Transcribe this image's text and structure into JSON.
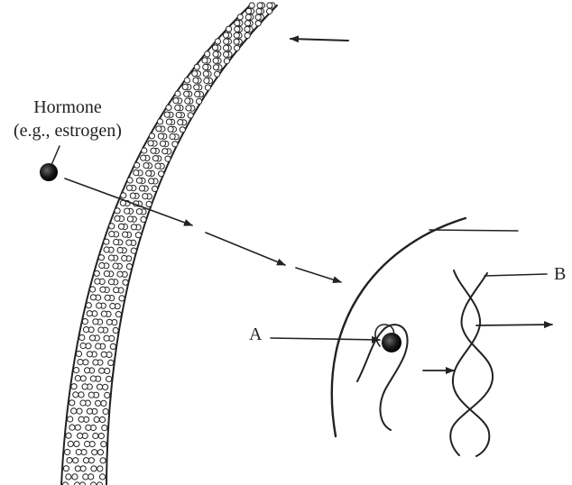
{
  "hormone_label": {
    "line1": "Hormone",
    "line2": "(e.g., estrogen)"
  },
  "labels": {
    "a": "A",
    "b": "B"
  },
  "colors": {
    "ink": "#222222",
    "paper": "#ffffff"
  }
}
